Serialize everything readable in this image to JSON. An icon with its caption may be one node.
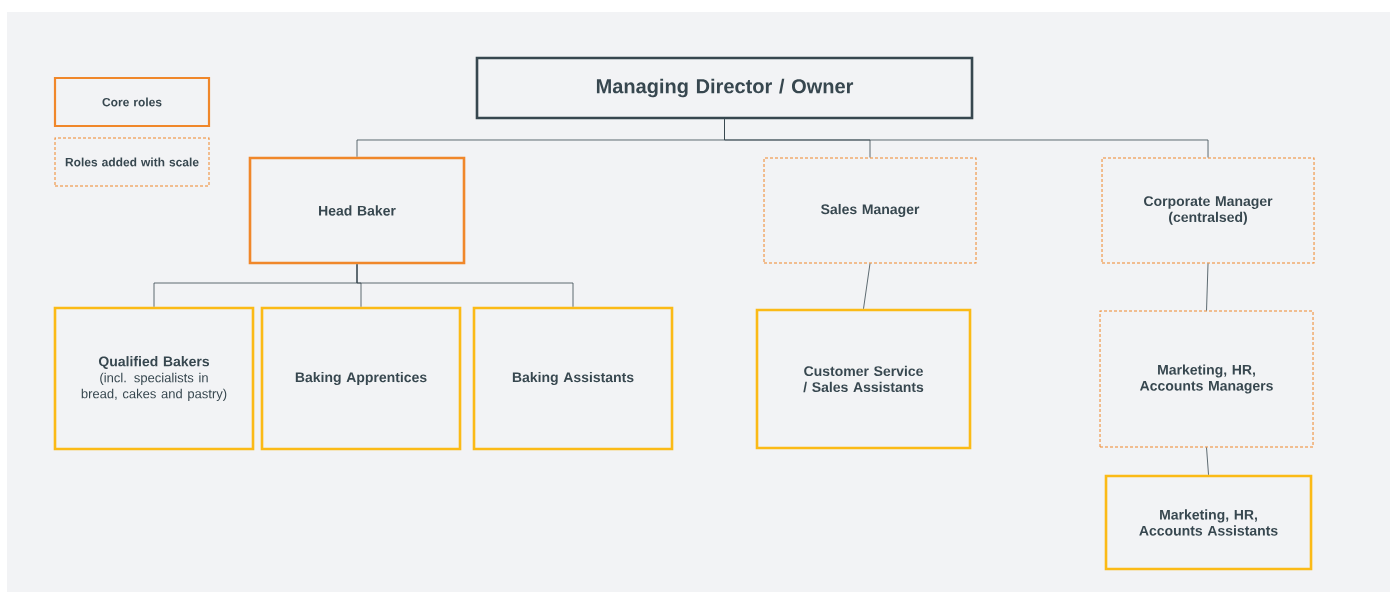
{
  "diagram": {
    "nodes": [
      {
        "text": [
          "Managing Director / Owner"
        ]
      },
      {
        "text": [
          "Head Baker"
        ]
      },
      {
        "text": [
          "Sales Manager"
        ]
      },
      {
        "text": [
          "Corporate Manager (centralsed)"
        ]
      },
      {
        "text": [
          "Qualified Bakers",
          "(incl. specialists in bread, cakes and pastry)"
        ]
      },
      {
        "text": [
          "Baking Apprentices"
        ]
      },
      {
        "text": [
          "Baking Assistants"
        ]
      },
      {
        "text": [
          "Customer Service / Sales Assistants"
        ]
      },
      {
        "text": [
          "Marketing, HR, Accounts Managers"
        ]
      },
      {
        "text": [
          "Marketing, HR, Accounts Assistants"
        ]
      }
    ],
    "edges": [
      {
        "from": 0,
        "to": 1,
        "arrow": "none"
      },
      {
        "from": 0,
        "to": 2,
        "arrow": "none"
      },
      {
        "from": 0,
        "to": 3,
        "arrow": "none"
      },
      {
        "from": 1,
        "to": 4,
        "arrow": "none"
      },
      {
        "from": 1,
        "to": 5,
        "arrow": "none"
      },
      {
        "from": 1,
        "to": 6,
        "arrow": "none"
      },
      {
        "from": 2,
        "to": 7,
        "arrow": "none"
      },
      {
        "from": 3,
        "to": 8,
        "arrow": "none"
      },
      {
        "from": 8,
        "to": 9,
        "arrow": "none"
      }
    ],
    "legend": [
      {
        "text": "Core roles"
      },
      {
        "text": "Roles added with scale"
      }
    ]
  }
}
